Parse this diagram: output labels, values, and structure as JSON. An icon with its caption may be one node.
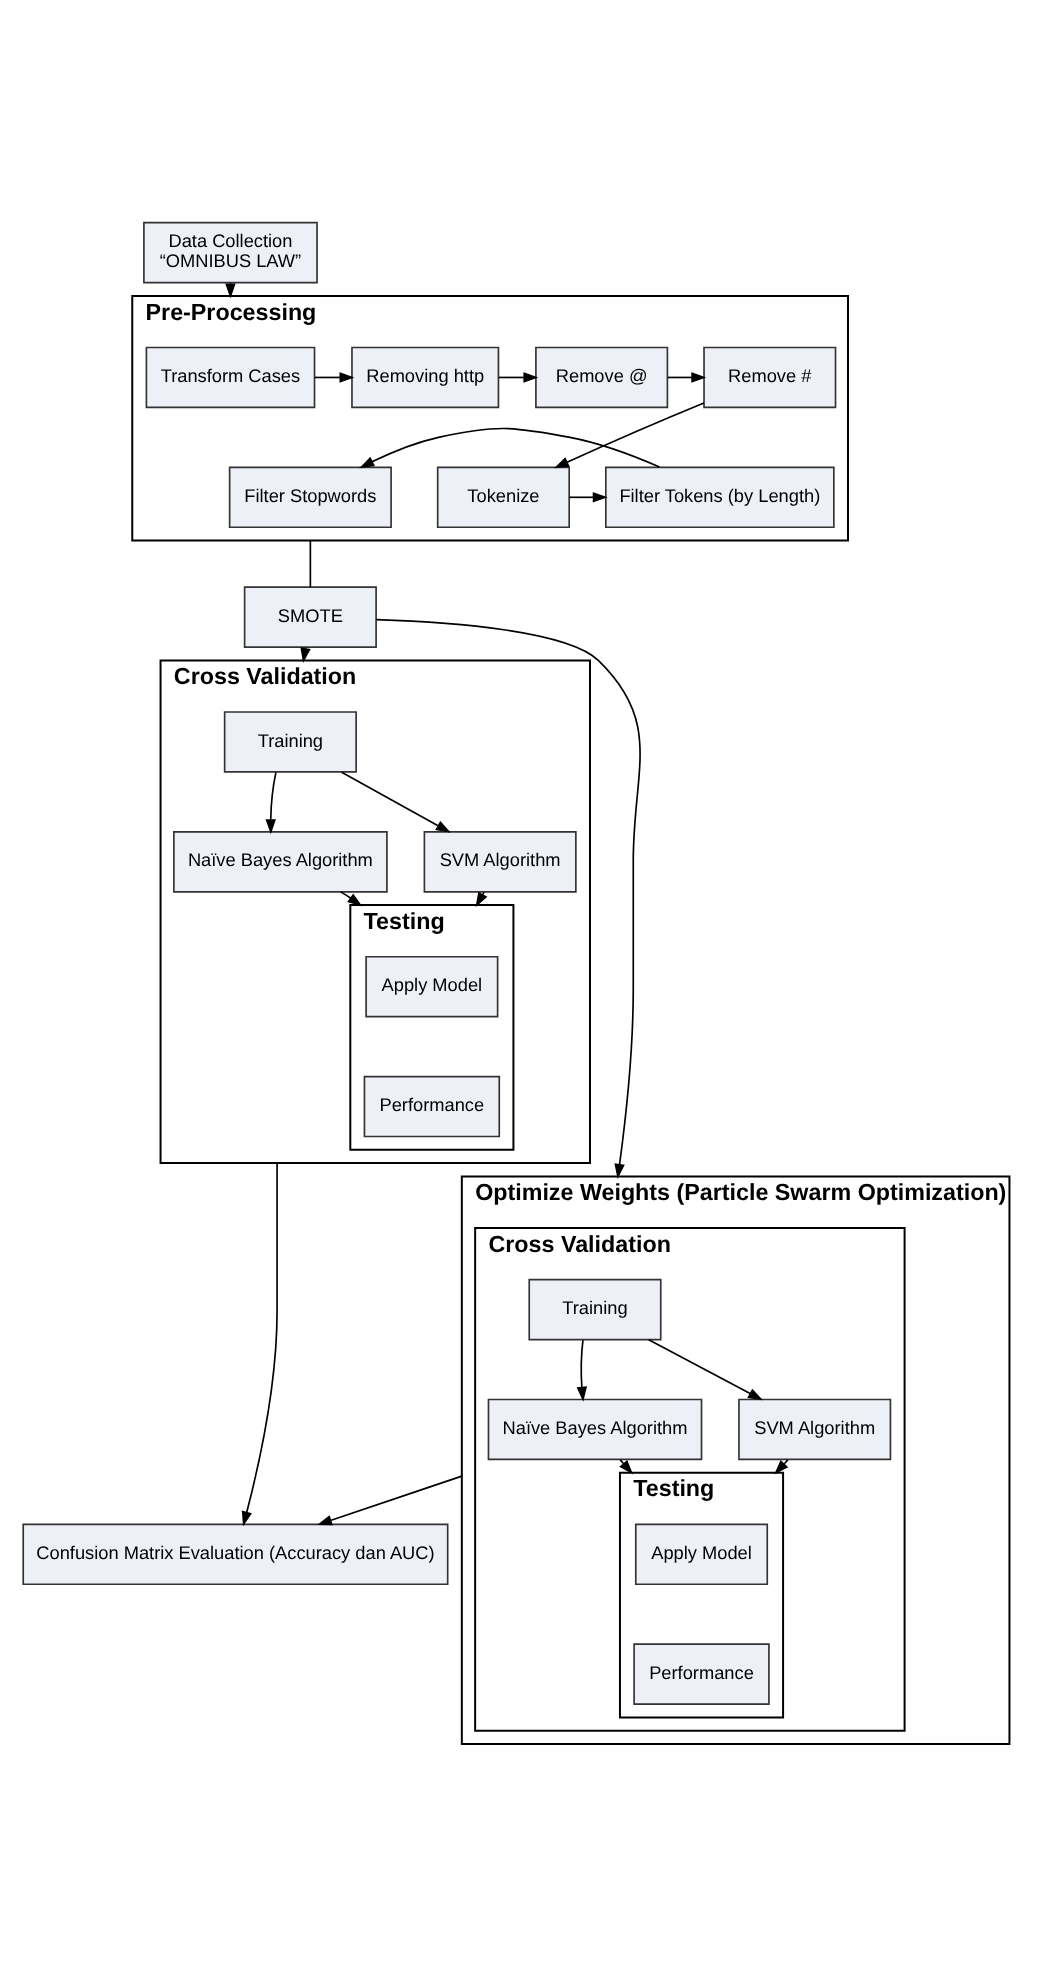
{
  "diagram": {
    "nodes": [
      {
        "text": [
          "Data Collection",
          "“OMNIBUS LAW”"
        ]
      },
      {
        "text": [
          "Pre-Processing"
        ]
      },
      {
        "text": [
          "Transform Cases"
        ],
        "in": 1
      },
      {
        "text": [
          "Removing http"
        ],
        "in": 1
      },
      {
        "text": [
          "Remove @"
        ],
        "in": 1
      },
      {
        "text": [
          "Remove #"
        ],
        "in": 1
      },
      {
        "text": [
          "Tokenize"
        ],
        "in": 1
      },
      {
        "text": [
          "Filter Tokens (by Length)"
        ],
        "in": 1
      },
      {
        "text": [
          "Filter Stopwords"
        ],
        "in": 1
      },
      {
        "text": [
          "SMOTE"
        ]
      },
      {
        "text": [
          "Cross Validation"
        ]
      },
      {
        "text": [
          "Training"
        ],
        "in": 10
      },
      {
        "text": [
          "SVM Algorithm"
        ],
        "in": 10
      },
      {
        "text": [
          "Naïve Bayes Algorithm"
        ],
        "in": 10
      },
      {
        "text": [
          "Testing"
        ],
        "in": 10
      },
      {
        "text": [
          "Apply Model"
        ],
        "in": 14
      },
      {
        "text": [
          "Performance"
        ],
        "in": 14
      },
      {
        "text": [
          "Optimize Weights (Particle Swarm Optimization)"
        ]
      },
      {
        "text": [
          "Cross Validation"
        ],
        "in": 17
      },
      {
        "text": [
          "Training"
        ],
        "in": 18
      },
      {
        "text": [
          "SVM Algorithm"
        ],
        "in": 18
      },
      {
        "text": [
          "Naïve Bayes Algorithm"
        ],
        "in": 18
      },
      {
        "text": [
          "Testing"
        ],
        "in": 18
      },
      {
        "text": [
          "Apply Model"
        ],
        "in": 22
      },
      {
        "text": [
          "Performance"
        ],
        "in": 22
      },
      {
        "text": [
          "Confusion Matrix Evaluation (Accuracy dan AUC)"
        ]
      }
    ],
    "edges": [
      {
        "from": 0,
        "to": 1,
        "arrow": "to"
      },
      {
        "from": 2,
        "to": 3,
        "arrow": "to"
      },
      {
        "from": 3,
        "to": 4,
        "arrow": "to"
      },
      {
        "from": 4,
        "to": 5,
        "arrow": "to"
      },
      {
        "from": 5,
        "to": 6,
        "arrow": "to"
      },
      {
        "from": 6,
        "to": 7,
        "arrow": "to"
      },
      {
        "from": 7,
        "to": 8,
        "arrow": "to"
      },
      {
        "from": 1,
        "to": 9,
        "arrow": "none"
      },
      {
        "from": 9,
        "to": 10,
        "arrow": "to"
      },
      {
        "from": 9,
        "to": 17,
        "arrow": "to"
      },
      {
        "from": 11,
        "to": 12,
        "arrow": "to"
      },
      {
        "from": 11,
        "to": 13,
        "arrow": "to"
      },
      {
        "from": 12,
        "to": 14,
        "arrow": "to"
      },
      {
        "from": 13,
        "to": 14,
        "arrow": "to"
      },
      {
        "from": 19,
        "to": 20,
        "arrow": "to"
      },
      {
        "from": 19,
        "to": 21,
        "arrow": "to"
      },
      {
        "from": 20,
        "to": 22,
        "arrow": "to"
      },
      {
        "from": 21,
        "to": 22,
        "arrow": "to"
      },
      {
        "from": 10,
        "to": 25,
        "arrow": "to"
      },
      {
        "from": 17,
        "to": 25,
        "arrow": "to"
      }
    ]
  }
}
